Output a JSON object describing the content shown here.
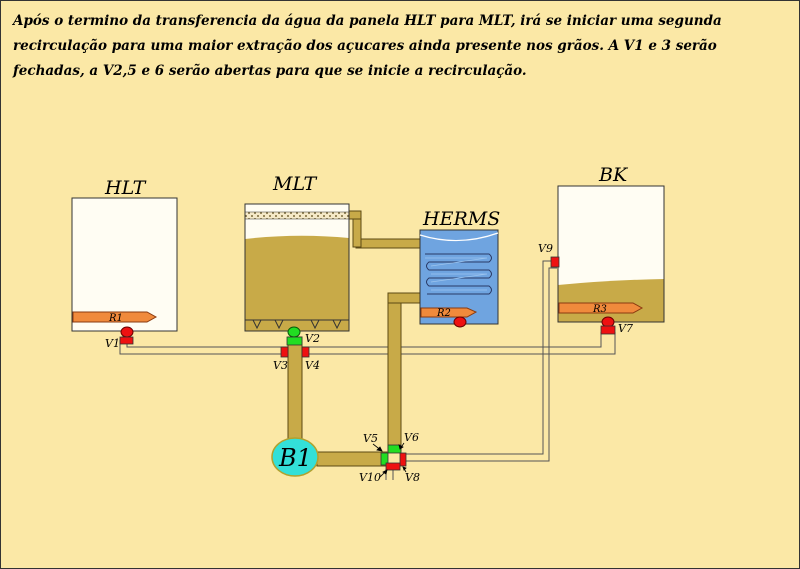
{
  "caption": "Após o termino da transferencia da água da panela HLT para MLT, irá se iniciar uma segunda recirculação para uma maior extração dos açucares ainda presente nos grãos. A V1 e 3 serão fechadas, a V2,5 e 6 serão abertas para que se inicie a recirculação.",
  "tanks": {
    "hlt": "HLT",
    "mlt": "MLT",
    "herms": "HERMS",
    "bk": "BK"
  },
  "heaters": {
    "r1": "R1",
    "r2": "R2",
    "r3": "R3"
  },
  "pump": "B1",
  "valves": {
    "v1": "V1",
    "v2": "V2",
    "v3": "V3",
    "v4": "V4",
    "v5": "V5",
    "v6": "V6",
    "v7": "V7",
    "v8": "V8",
    "v9": "V9",
    "v10": "V10"
  },
  "colors": {
    "background": "#fbe8a6",
    "pipe": "#c8aa48",
    "pipe_outline": "#5c4a14",
    "wort": "#c8aa48",
    "herms_water": "#6fa4e0",
    "valve_open": "#22dd22",
    "valve_closed": "#ee1111",
    "pump": "#33e0d8",
    "heater": "#f08a3c"
  }
}
